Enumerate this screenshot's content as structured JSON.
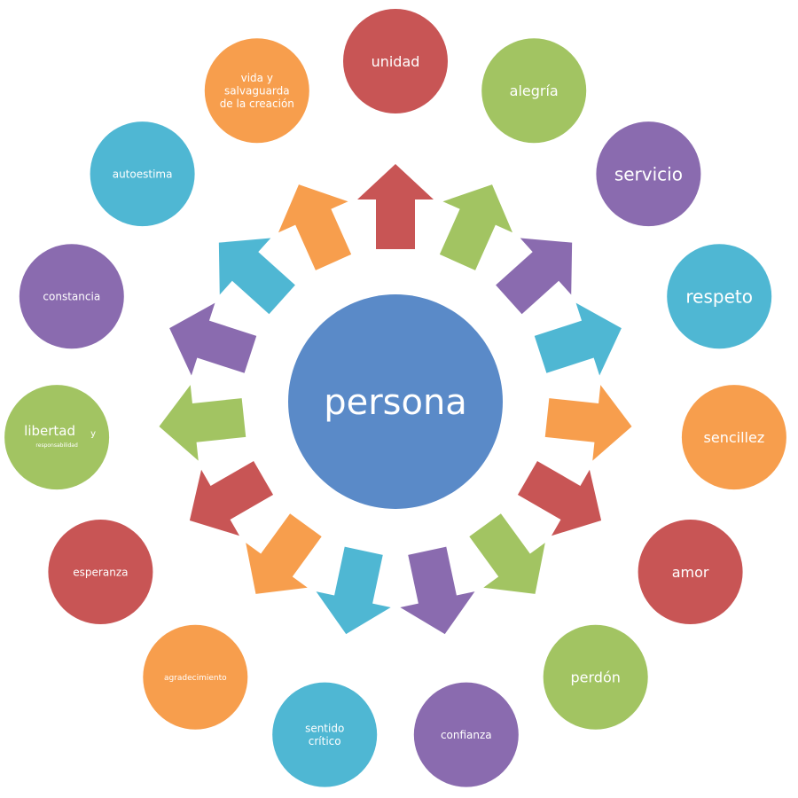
{
  "center": {
    "label": "persona",
    "color": "#5A8AC8"
  },
  "values": [
    {
      "lines": [
        "unidad"
      ],
      "color": "#C85555",
      "size": "m"
    },
    {
      "lines": [
        "alegría"
      ],
      "color": "#A2C462",
      "size": "m"
    },
    {
      "lines": [
        "servicio"
      ],
      "color": "#8A6BAF",
      "size": "l"
    },
    {
      "lines": [
        "respeto"
      ],
      "color": "#4FB7D3",
      "size": "l"
    },
    {
      "lines": [
        "sencillez"
      ],
      "color": "#F79E4D",
      "size": "m"
    },
    {
      "lines": [
        "amor"
      ],
      "color": "#C85555",
      "size": "m"
    },
    {
      "lines": [
        "perdón"
      ],
      "color": "#A2C462",
      "size": "m"
    },
    {
      "lines": [
        "confianza"
      ],
      "color": "#8A6BAF",
      "size": "s"
    },
    {
      "lines": [
        "sentido",
        "crítico"
      ],
      "color": "#4FB7D3",
      "size": "s"
    },
    {
      "lines": [
        "agradecimiento"
      ],
      "color": "#F79E4D",
      "size": "xs"
    },
    {
      "lines": [
        "esperanza"
      ],
      "color": "#C85555",
      "size": "s"
    },
    {
      "lines": [
        "libertad",
        "responsabilidad"
      ],
      "extra": "y",
      "color": "#A2C462",
      "size": "m"
    },
    {
      "lines": [
        "constancia"
      ],
      "color": "#8A6BAF",
      "size": "s"
    },
    {
      "lines": [
        "autoestima"
      ],
      "color": "#4FB7D3",
      "size": "s"
    },
    {
      "lines": [
        "vida y",
        "salvaguarda",
        "de la creación"
      ],
      "color": "#F79E4D",
      "size": "s"
    }
  ]
}
